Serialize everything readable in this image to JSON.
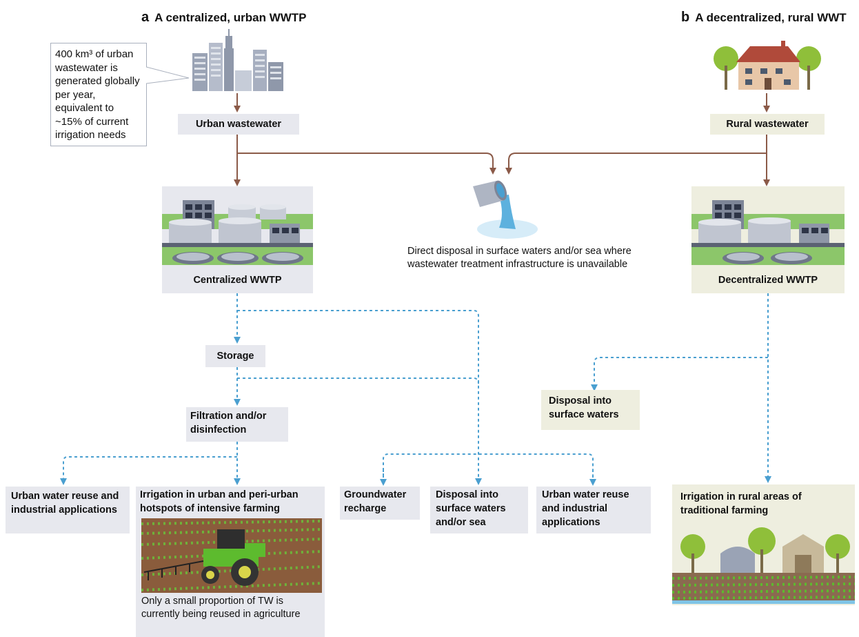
{
  "panel_a": {
    "letter": "a",
    "title": "A centralized, urban WWTP",
    "callout_line1": "400 km³ of urban",
    "callout_rest": "wastewater is generated globally per year, equivalent to ~15% of current irrigation needs",
    "urban_wastewater": "Urban wastewater",
    "centralized_wwtp": "Centralized WWTP",
    "storage": "Storage",
    "filtration": "Filtration and/or disinfection",
    "urban_reuse_left": "Urban water reuse and industrial applications",
    "irrigation_urban": "Irrigation in urban and peri-urban hotspots of intensive farming",
    "irrigation_caption": "Only a small proportion of TW is currently being reused in agriculture",
    "groundwater": "Groundwater recharge",
    "disposal_sea": "Disposal into surface waters and/or sea",
    "urban_reuse_right": "Urban water reuse and industrial applications"
  },
  "middle": {
    "direct_disposal": "Direct disposal in surface waters and/or sea where wastewater treatment infrastructure is unavailable"
  },
  "panel_b": {
    "letter": "b",
    "title": "A decentralized, rural WWT",
    "rural_wastewater": "Rural wastewater",
    "decentralized_wwtp": "Decentralized WWTP",
    "disposal_surface": "Disposal into surface waters",
    "irrigation_rural": "Irrigation in rural areas of traditional farming"
  },
  "colors": {
    "brown_arrow": "#8b5a48",
    "blue_dashed": "#4a9fd0",
    "gray_box": "#e7e8ee",
    "beige_box": "#eeeedf"
  },
  "icons": [
    "city-buildings-icon",
    "house-icon",
    "wwtp-plant-icon",
    "drain-pipe-icon",
    "tractor-field-icon",
    "rural-farm-icon"
  ]
}
